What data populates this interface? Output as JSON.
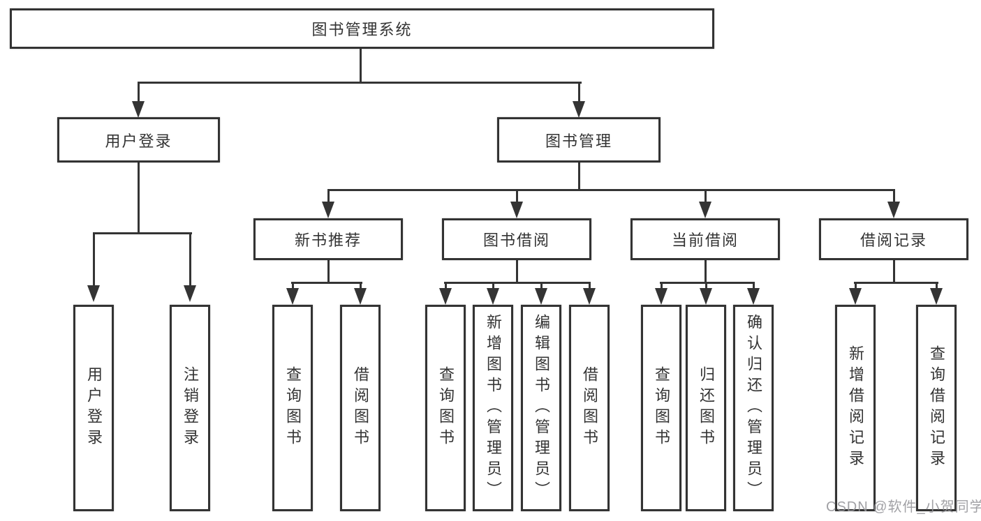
{
  "diagram": {
    "root": {
      "label": "图书管理系统"
    },
    "branches": [
      {
        "label": "用户登录",
        "children": [
          {
            "label": "用户登录"
          },
          {
            "label": "注销登录"
          }
        ]
      },
      {
        "label": "图书管理",
        "children": [
          {
            "label": "新书推荐",
            "children": [
              {
                "label": "查询图书"
              },
              {
                "label": "借阅图书"
              }
            ]
          },
          {
            "label": "图书借阅",
            "children": [
              {
                "label": "查询图书"
              },
              {
                "label": "新增图书（管理员）"
              },
              {
                "label": "编辑图书（管理员）"
              },
              {
                "label": "借阅图书"
              }
            ]
          },
          {
            "label": "当前借阅",
            "children": [
              {
                "label": "查询图书"
              },
              {
                "label": "归还图书"
              },
              {
                "label": "确认归还（管理员）"
              }
            ]
          },
          {
            "label": "借阅记录",
            "children": [
              {
                "label": "新增借阅记录"
              },
              {
                "label": "查询借阅记录"
              }
            ]
          }
        ]
      }
    ],
    "watermark": "CSDN @软件_小贺同学",
    "colors": {
      "line": "#343434",
      "box_border": "#333333",
      "text": "#333333",
      "watermark": "#949499",
      "background": "#ffffff"
    }
  }
}
